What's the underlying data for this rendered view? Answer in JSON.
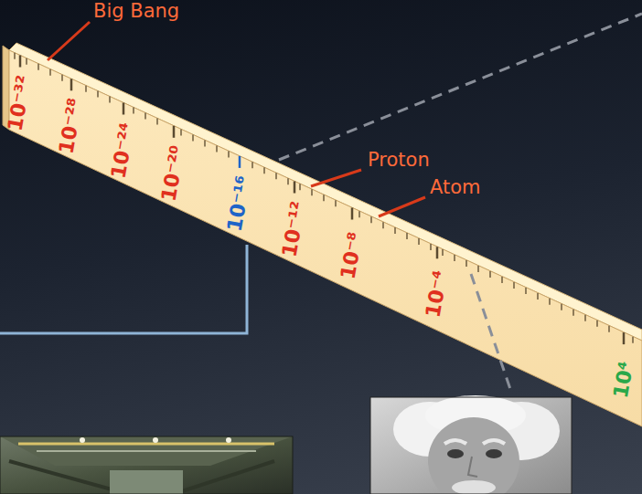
{
  "diagram": {
    "labels": [
      "Big Bang",
      "10⁻³²",
      "10⁻²⁸",
      "10⁻²⁴",
      "10⁻²⁰",
      "10⁻¹⁶",
      "Proton",
      "10⁻¹²",
      "Atom",
      "10⁻⁸",
      "10⁻⁴",
      "10⁴"
    ]
  }
}
